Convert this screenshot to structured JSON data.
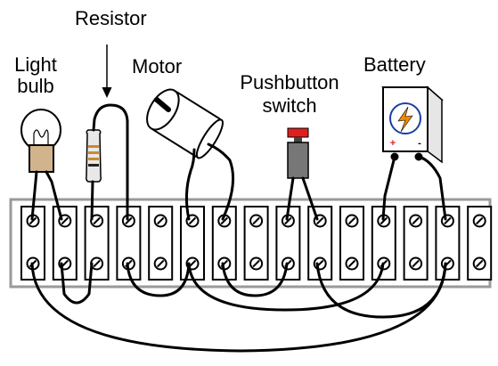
{
  "labels": {
    "resistor": "Resistor",
    "light_line1": "Light",
    "light_line2": "bulb",
    "motor": "Motor",
    "switch_line1": "Pushbutton",
    "switch_line2": "switch",
    "battery": "Battery"
  },
  "battery_terminals": {
    "positive": "+",
    "negative": "-"
  },
  "terminal_strip": {
    "terminal_count": 15
  },
  "colors": {
    "battery_plus": "#e0201e",
    "switch_button": "#e0201e",
    "bolt": "#f08a00",
    "battery_dial": "#1b3fa8",
    "bulb_base": "#d2b48c",
    "resistor_bands": "#c98a2a",
    "strip_border": "#999999"
  }
}
